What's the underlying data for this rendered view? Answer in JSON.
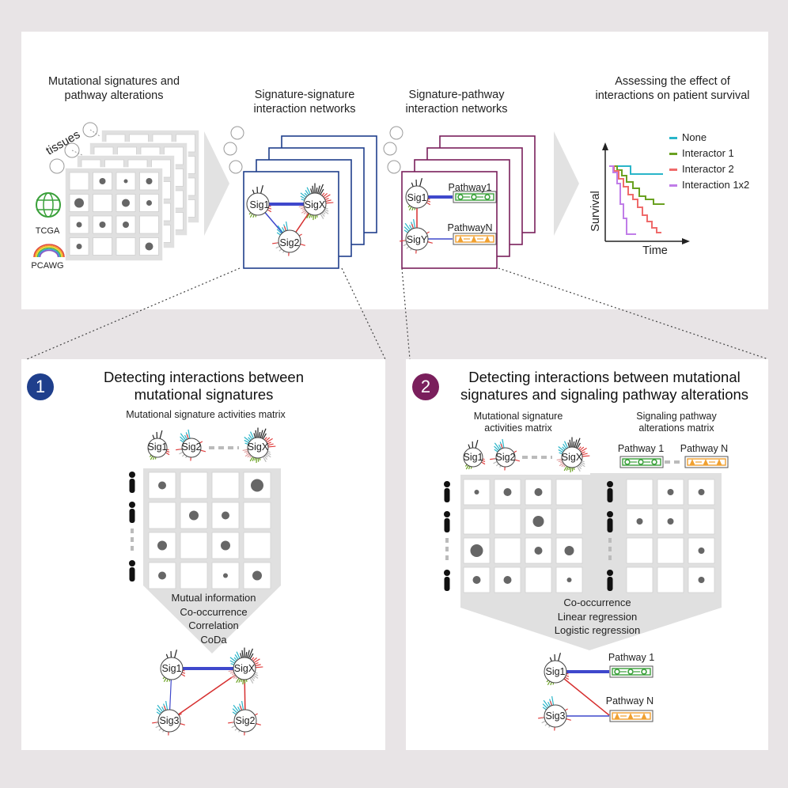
{
  "top": {
    "step1_title": [
      "Mutational signatures and",
      "pathway alterations"
    ],
    "step2_title": [
      "Signature-signature",
      "interaction networks"
    ],
    "step3_title": [
      "Signature-pathway",
      "interaction networks"
    ],
    "step4_title": [
      "Assessing the effect of",
      "interactions on patient survival"
    ],
    "tissues_label": "tissues",
    "tcga_label": "TCGA",
    "pcawg_label": "PCAWG",
    "net_sig1": "Sig1",
    "net_sig2": "Sig2",
    "net_sigx": "SigX",
    "net_sigy": "SigY",
    "net_pathway1": "Pathway1",
    "net_pathwayn": "PathwayN",
    "survival_ylabel": "Survival",
    "survival_xlabel": "Time",
    "legend": [
      {
        "label": "None",
        "color": "#29b5c9"
      },
      {
        "label": "Interactor 1",
        "color": "#6aa121"
      },
      {
        "label": "Interactor 2",
        "color": "#ef6b6b"
      },
      {
        "label": "Interaction 1x2",
        "color": "#c07de8"
      }
    ]
  },
  "panel1": {
    "number": "1",
    "title": [
      "Detecting interactions between",
      "mutational signatures"
    ],
    "matrix_title": "Mutational signature activities matrix",
    "sig1": "Sig1",
    "sig2": "Sig2",
    "sigx": "SigX",
    "methods": [
      "Mutual information",
      "Co-occurrence",
      "Correlation",
      "CoDa"
    ],
    "net_sig1": "Sig1",
    "net_sigx": "SigX",
    "net_sig3": "Sig3",
    "net_sig2": "Sig2"
  },
  "panel2": {
    "number": "2",
    "title": [
      "Detecting interactions between mutational",
      "signatures and signaling pathway alterations"
    ],
    "matrix1_title": [
      "Mutational signature",
      "activities matrix"
    ],
    "matrix2_title": [
      "Signaling pathway",
      "alterations matrix"
    ],
    "sig1": "Sig1",
    "sig2": "Sig2",
    "sigx": "SigX",
    "pathway1": "Pathway 1",
    "pathwayn": "Pathway N",
    "methods": [
      "Co-occurrence",
      "Linear regression",
      "Logistic regression"
    ],
    "net_sig1": "Sig1",
    "net_sig3": "Sig3",
    "net_pathway1": "Pathway 1",
    "net_pathwayn": "Pathway N"
  },
  "colors": {
    "panel1_badge": "#1f3f8c",
    "panel2_badge": "#7a1f5c",
    "blue_network": "#1f3f8c",
    "purple_network": "#7a1f5c",
    "strong_edge": "#3f48cc",
    "red_edge": "#d62f2f",
    "pathway_green": "#3aa03a",
    "pathway_orange": "#f0a030"
  }
}
